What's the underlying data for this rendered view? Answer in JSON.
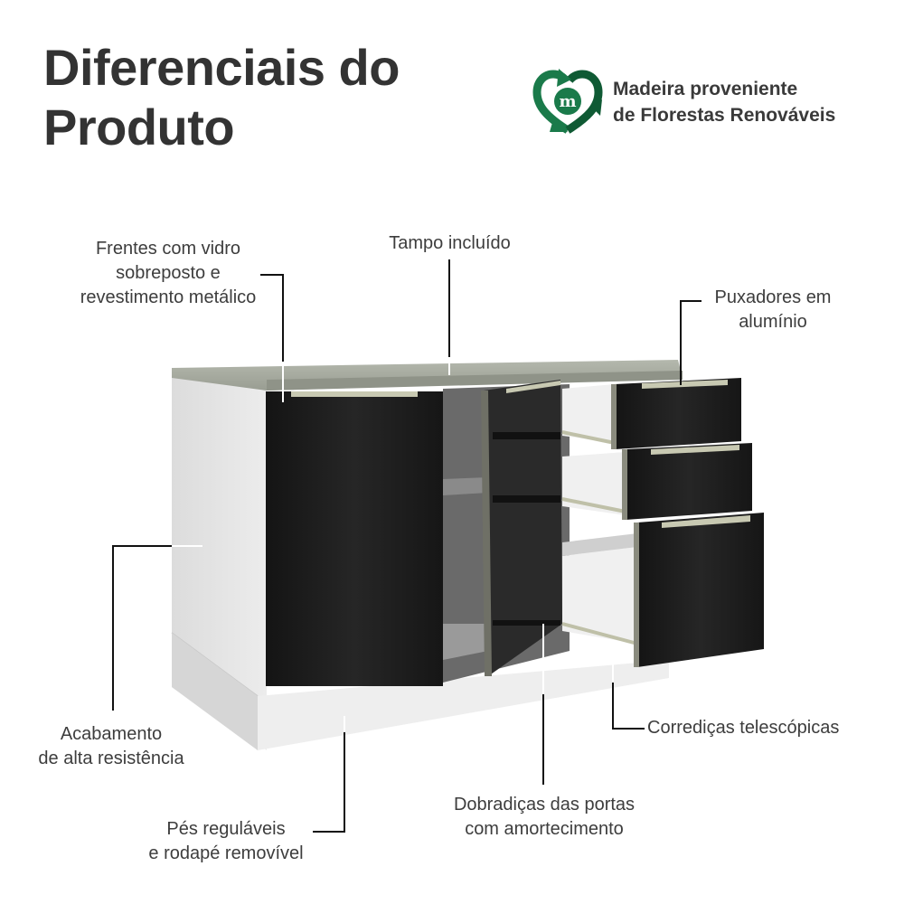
{
  "header": {
    "title_line1": "Diferenciais do",
    "title_line2": "Produto"
  },
  "badge": {
    "icon": "recycle-heart-m-icon",
    "icon_letter": "m",
    "line1": "Madeira proveniente",
    "line2": "de Florestas Renováveis",
    "colors": {
      "dark_green": "#0f4a2a",
      "green": "#1a7a4a"
    }
  },
  "callouts": {
    "frentes": {
      "line1": "Frentes com vidro",
      "line2": "sobreposto e",
      "line3": "revestimento metálico"
    },
    "tampo": {
      "line1": "Tampo incluído"
    },
    "puxadores": {
      "line1": "Puxadores em",
      "line2": "alumínio"
    },
    "acabamento": {
      "line1": "Acabamento",
      "line2": "de alta resistência"
    },
    "corredicas": {
      "line1": "Corrediças telescópicas"
    },
    "pes": {
      "line1": "Pés reguláveis",
      "line2": "e rodapé removível"
    },
    "dobradicas": {
      "line1": "Dobradiças das portas",
      "line2": "com amortecimento"
    }
  },
  "product": {
    "name": "kitchen-base-cabinet",
    "colors": {
      "countertop": "#a9ada3",
      "body": "#e6e6e6",
      "front": "#1c1c1c",
      "handle": "#c8c9b2",
      "drawer_inner": "#f2f2f2"
    }
  }
}
